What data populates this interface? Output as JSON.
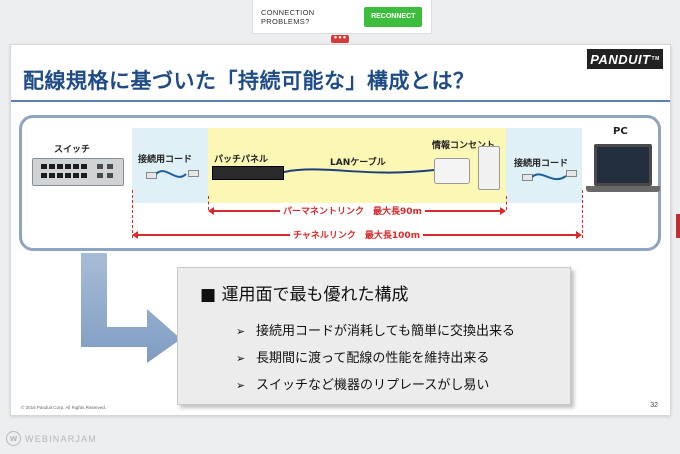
{
  "connection": {
    "message": "CONNECTION PROBLEMS?",
    "reconnect_label": "RECONNECT"
  },
  "menu_pill": {
    "label": "•••"
  },
  "slide": {
    "logo": "PANDUIT",
    "logo_tm": "TM",
    "title": "配線規格に基づいた「持続可能な」構成とは？",
    "diagram": {
      "switch_label": "スイッチ",
      "pc_label": "PC",
      "cord_left_label": "接続用コード",
      "patch_panel_label": "パッチパネル",
      "lan_cable_label": "LANケーブル",
      "outlet_label": "情報コンセント",
      "cord_right_label": "接続用コード",
      "permanent_link": "パーマネントリンク　最大長90m",
      "channel_link": "チャネルリンク　最大長100m"
    },
    "bullets": {
      "heading": "■ 運用面で最も優れた構成",
      "items": [
        "接続用コードが消耗しても簡単に交換出来る",
        "長期間に渡って配線の性能を維持出来る",
        "スイッチなど機器のリプレースがし易い"
      ],
      "marker": "➢"
    },
    "copyright": "© 2016 Panduit Corp.  All Rights Reserved.",
    "page_number": "32"
  },
  "footer": {
    "brand": "WEBINARJAM",
    "brand_logo": "W"
  },
  "colors": {
    "title": "#1f4c86",
    "accent_red": "#d82a2a",
    "reconnect": "#3dbd3d",
    "zone_blue": "#dff0f7",
    "zone_yellow": "#fbf7b4"
  }
}
